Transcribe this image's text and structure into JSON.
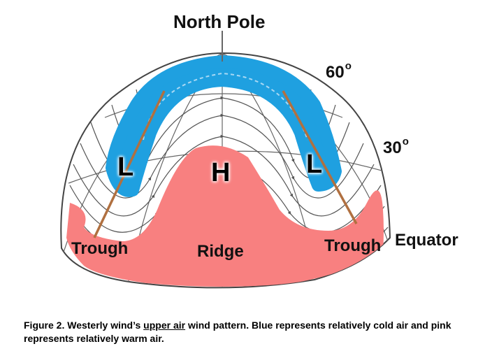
{
  "labels": {
    "north_pole": "North Pole",
    "lat_60": "60",
    "lat_30": "30",
    "degree_symbol": "o",
    "equator": "Equator",
    "trough_left": "Trough",
    "trough_right": "Trough",
    "ridge": "Ridge",
    "low_left": "L",
    "low_right": "L",
    "high": "H"
  },
  "caption": {
    "before": "Figure 2. Westerly wind’s ",
    "underlined": "upper air",
    "after": " wind pattern. Blue represents relatively cold air and pink represents relatively warm air."
  },
  "colors": {
    "cold_air": "#1fa0e0",
    "warm_air": "#f88080",
    "trough_axis": "#b07040",
    "streamlines": "#555555",
    "grid": "#666666"
  }
}
